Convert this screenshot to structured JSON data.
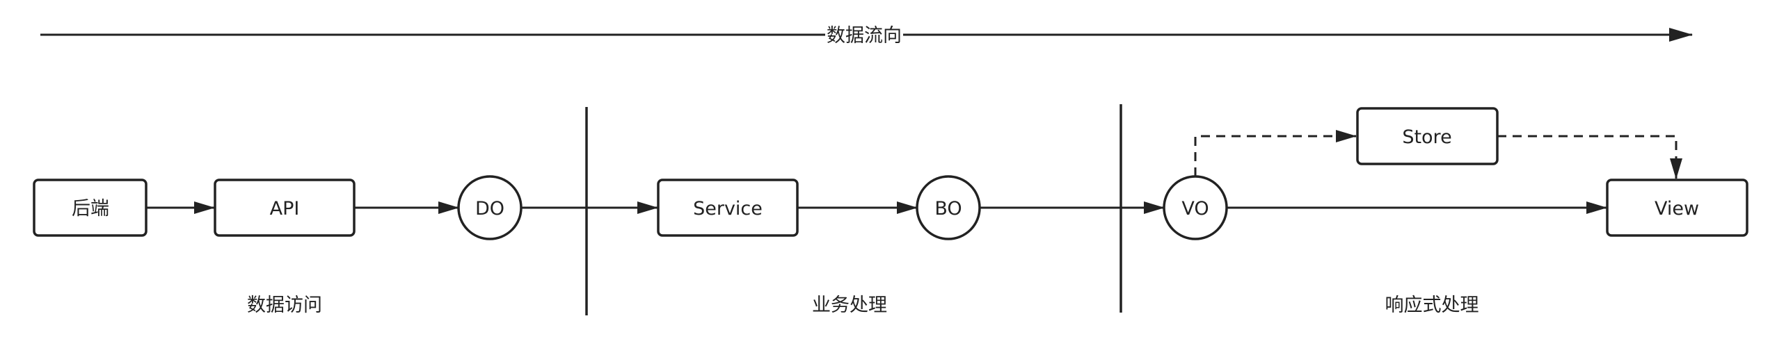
{
  "flow_label": "数据流向",
  "nodes": {
    "backend": "后端",
    "api": "API",
    "do": "DO",
    "service": "Service",
    "bo": "BO",
    "vo": "VO",
    "store": "Store",
    "view": "View"
  },
  "sections": {
    "data_access": "数据访问",
    "business": "业务处理",
    "reactive": "响应式处理"
  },
  "colors": {
    "stroke": "#222222",
    "background": "#ffffff"
  }
}
